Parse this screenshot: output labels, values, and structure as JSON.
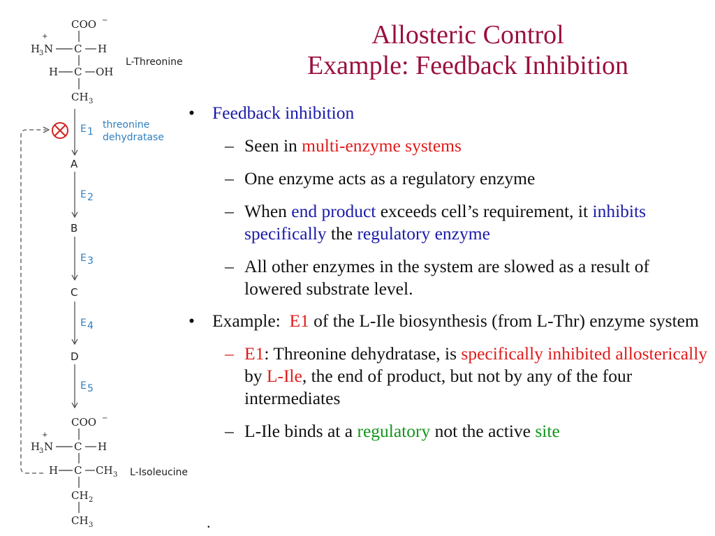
{
  "title": {
    "line1": "Allosteric Control",
    "line2": "Example: Feedback Inhibition"
  },
  "bullets": {
    "b1": "Feedback inhibition",
    "b1_subs": {
      "s1_pre": "Seen in ",
      "s1_red": "multi-enzyme systems",
      "s2": "One enzyme acts as a regulatory enzyme",
      "s3_pre": "When ",
      "s3_blue1": "end product",
      "s3_mid": " exceeds cell’s requirement, it ",
      "s3_blue2": "inhibits specifically",
      "s3_mid2": " the ",
      "s3_blue3": "regulatory enzyme",
      "s4": "All other enzymes in the system are slowed as a result of lowered substrate level."
    },
    "b2_pre": "Example:  ",
    "b2_red": "E1",
    "b2_post": " of the L-Ile biosynthesis (from L-Thr) enzyme system",
    "b2_subs": {
      "s1_red1": "E1",
      "s1_mid": ": Threonine dehydratase, is ",
      "s1_red2": "specifically inhibited allosterically",
      "s1_mid2": " by ",
      "s1_red3": "L-Ile",
      "s1_post": ", the end of product, but not by any of the four intermediates",
      "s2_pre": "L-Ile binds at a ",
      "s2_green1": "regulatory",
      "s2_mid": " not the active ",
      "s2_green2": "site"
    }
  },
  "footer_mark": ".",
  "diagram": {
    "threonine_label": "L-Threonine",
    "isoleucine_label": "L-Isoleucine",
    "enzyme_name_line1": "threonine",
    "enzyme_name_line2": "dehydratase",
    "enzymes": [
      "E",
      "E",
      "E",
      "E",
      "E"
    ],
    "enzyme_subscripts": [
      "1",
      "2",
      "3",
      "4",
      "5"
    ],
    "intermediates": [
      "A",
      "B",
      "C",
      "D"
    ],
    "threonine": {
      "carboxyl": "COO",
      "charge_minus": "−",
      "charge_plus": "+",
      "amine": "H",
      "amine_sub": "3",
      "amine_n": "N",
      "alpha_c": "C",
      "h_right": "H",
      "beta_h": "H",
      "beta_c": "C",
      "hydroxyl": "OH",
      "methyl": "CH",
      "methyl_sub": "3"
    },
    "isoleucine": {
      "carboxyl": "COO",
      "charge_minus": "−",
      "charge_plus": "+",
      "amine": "H",
      "amine_sub": "3",
      "amine_n": "N",
      "alpha_c": "C",
      "h_right": "H",
      "beta_h": "H",
      "beta_c": "C",
      "beta_sub": "CH",
      "beta_sub_sub": "3",
      "methylene": "CH",
      "methylene_sub": "2",
      "methyl": "CH",
      "methyl_sub": "3"
    },
    "colors": {
      "enzyme_blue": "#2f7fc0",
      "inhibit_red": "#d42020",
      "title_maroon": "#9a1040"
    }
  }
}
